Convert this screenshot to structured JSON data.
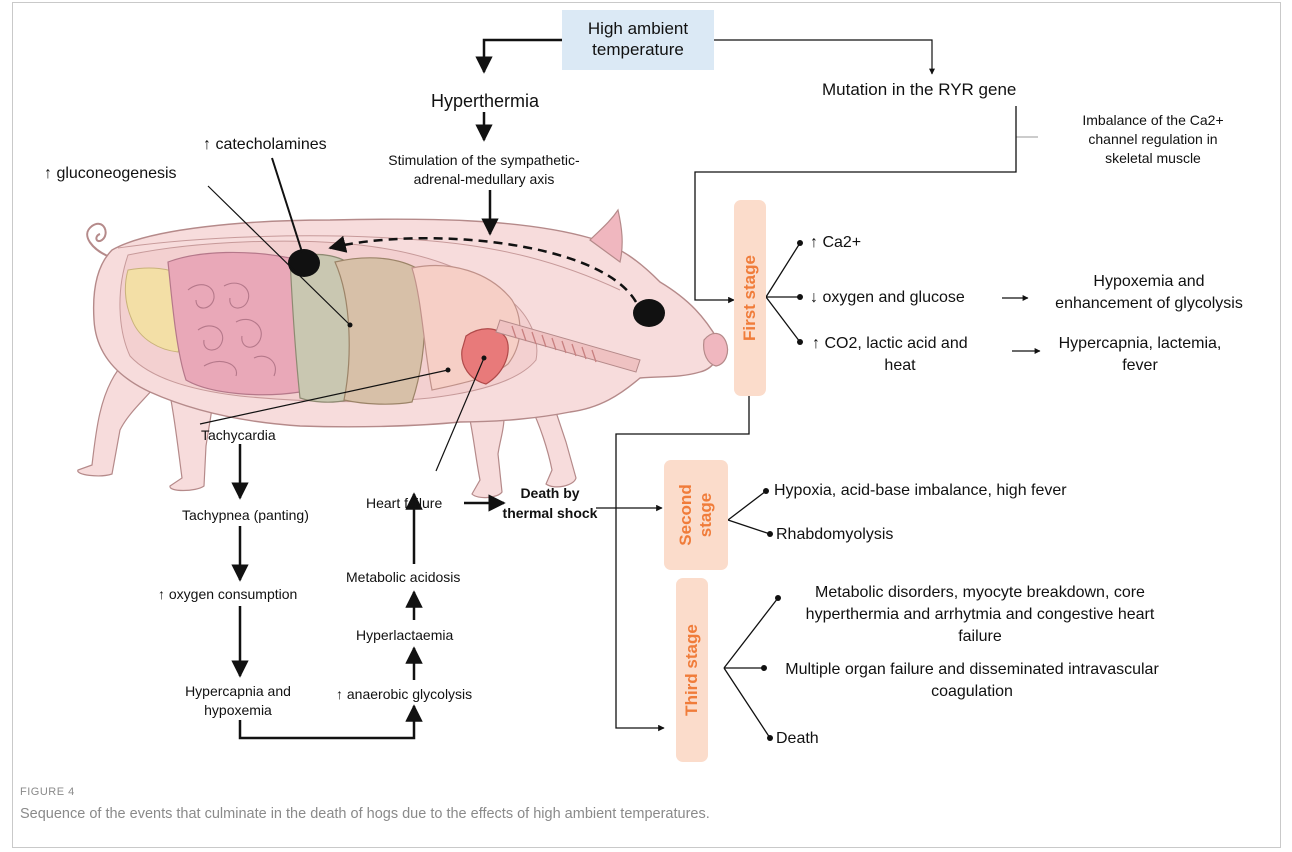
{
  "top": {
    "high_temp_line1": "High ambient",
    "high_temp_line2": "temperature",
    "hyperthermia": "Hyperthermia",
    "stimulation_line1": "Stimulation of the sympathetic-",
    "stimulation_line2": "adrenal-medullary axis",
    "catecholamines": "↑ catecholamines",
    "gluconeogenesis": "↑ gluconeogenesis",
    "mutation": "Mutation in the RYR gene",
    "imbalance_line1": "Imbalance of the Ca2+",
    "imbalance_line2": "channel regulation in",
    "imbalance_line3": "skeletal muscle"
  },
  "stages": {
    "first": "First stage",
    "second_line1": "Second",
    "second_line2": "stage",
    "third": "Third stage"
  },
  "first_stage": {
    "ca": "↑ Ca2+",
    "oxygen": "↓ oxygen and glucose",
    "hypoxemia_line1": "Hypoxemia and",
    "hypoxemia_line2": "enhancement of glycolysis",
    "co2_line1": "↑ CO2, lactic acid and",
    "co2_line2": "heat",
    "hypercapnia_line1": "Hypercapnia, lactemia,",
    "hypercapnia_line2": "fever"
  },
  "second_stage": {
    "hypoxia": "Hypoxia, acid-base imbalance, high fever",
    "rhabdo": "Rhabdomyolysis"
  },
  "third_stage": {
    "metabolic_line1": "Metabolic disorders, myocyte breakdown, core",
    "metabolic_line2": "hyperthermia and arrhytmia and congestive heart",
    "metabolic_line3": "failure",
    "multiple_line1": "Multiple organ failure and disseminated intravascular",
    "multiple_line2": "coagulation",
    "death": "Death"
  },
  "left_chain": {
    "tachycardia": "Tachycardia",
    "tachypnea": "Tachypnea (panting)",
    "oxygen_consumption": "↑ oxygen consumption",
    "hypercapnia_line1": "Hypercapnia and",
    "hypercapnia_line2": "hypoxemia",
    "anaerobic": "↑ anaerobic glycolysis",
    "hyperlactaemia": "Hyperlactaemia",
    "acidosis": "Metabolic acidosis",
    "heart_failure": "Heart failure",
    "death_line1": "Death by",
    "death_line2": "thermal shock"
  },
  "figure": {
    "label": "FIGURE 4",
    "caption": "Sequence of the events that culminate in the death of hogs due to the effects of high ambient temperatures."
  },
  "colors": {
    "high_temp_box": "#dbe9f5",
    "stage_box": "#fbdccb",
    "stage_text": "#f07c3a",
    "pig_body": "#f7dcdc",
    "caption_text": "#8a8a8a"
  }
}
